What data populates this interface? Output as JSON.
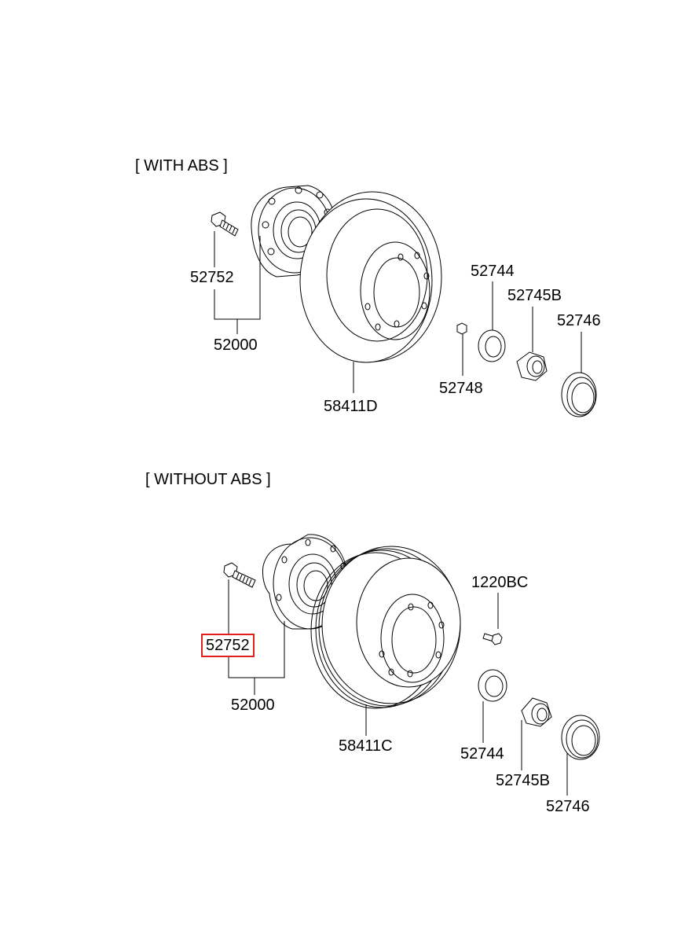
{
  "sections": {
    "with_abs": {
      "title": "[ WITH ABS ]"
    },
    "without_abs": {
      "title": "[ WITHOUT ABS ]"
    }
  },
  "labels": {
    "a_52752": "52752",
    "a_52000": "52000",
    "a_58411d": "58411D",
    "a_52744": "52744",
    "a_52745b": "52745B",
    "a_52746": "52746",
    "a_52748": "52748",
    "b_52752": "52752",
    "b_52000": "52000",
    "b_58411c": "58411C",
    "b_1220bc": "1220BC",
    "b_52744": "52744",
    "b_52745b": "52745B",
    "b_52746": "52746"
  },
  "highlight": {
    "part": "52752",
    "color": "#e0201a"
  }
}
